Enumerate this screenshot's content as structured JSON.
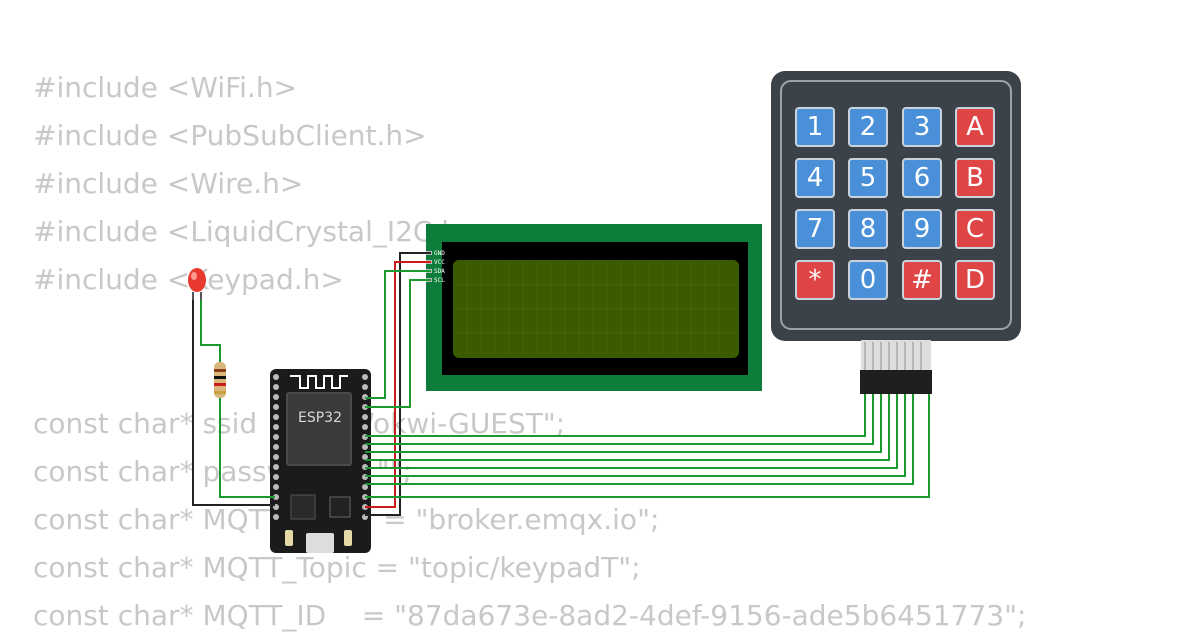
{
  "code": {
    "include_lines": [
      "#include <WiFi.h>",
      "#include <PubSubClient.h>",
      "#include <Wire.h>",
      "#include <LiquidCrystal_I2C.h>",
      "#include <Keypad.h>"
    ],
    "const_lines": [
      "const char* ssid     = \"Wokwi-GUEST\";",
      "const char* password = \"\";",
      "const char* MQTTServer = \"broker.emqx.io\";",
      "const char* MQTT_Topic = \"topic/keypadT\";",
      "const char* MQTT_ID    = \"87da673e-8ad2-4def-9156-ade5b6451773\";"
    ]
  },
  "esp32": {
    "label": "ESP32"
  },
  "lcd": {
    "pins": [
      "GND",
      "VCC",
      "SDA",
      "SCL"
    ]
  },
  "keypad": {
    "keys": [
      [
        "1",
        "2",
        "3",
        "A"
      ],
      [
        "4",
        "5",
        "6",
        "B"
      ],
      [
        "7",
        "8",
        "9",
        "C"
      ],
      [
        "*",
        "0",
        "#",
        "D"
      ]
    ],
    "number_color": "#4a90d9",
    "letter_color": "#e04545"
  },
  "colors": {
    "wire_green": "#1a9a2e",
    "wire_red": "#cc1a1a",
    "wire_black": "#222222",
    "lcd_board": "#0e7d3b",
    "lcd_screen": "#3b5b00",
    "led_red": "#e8382f"
  }
}
